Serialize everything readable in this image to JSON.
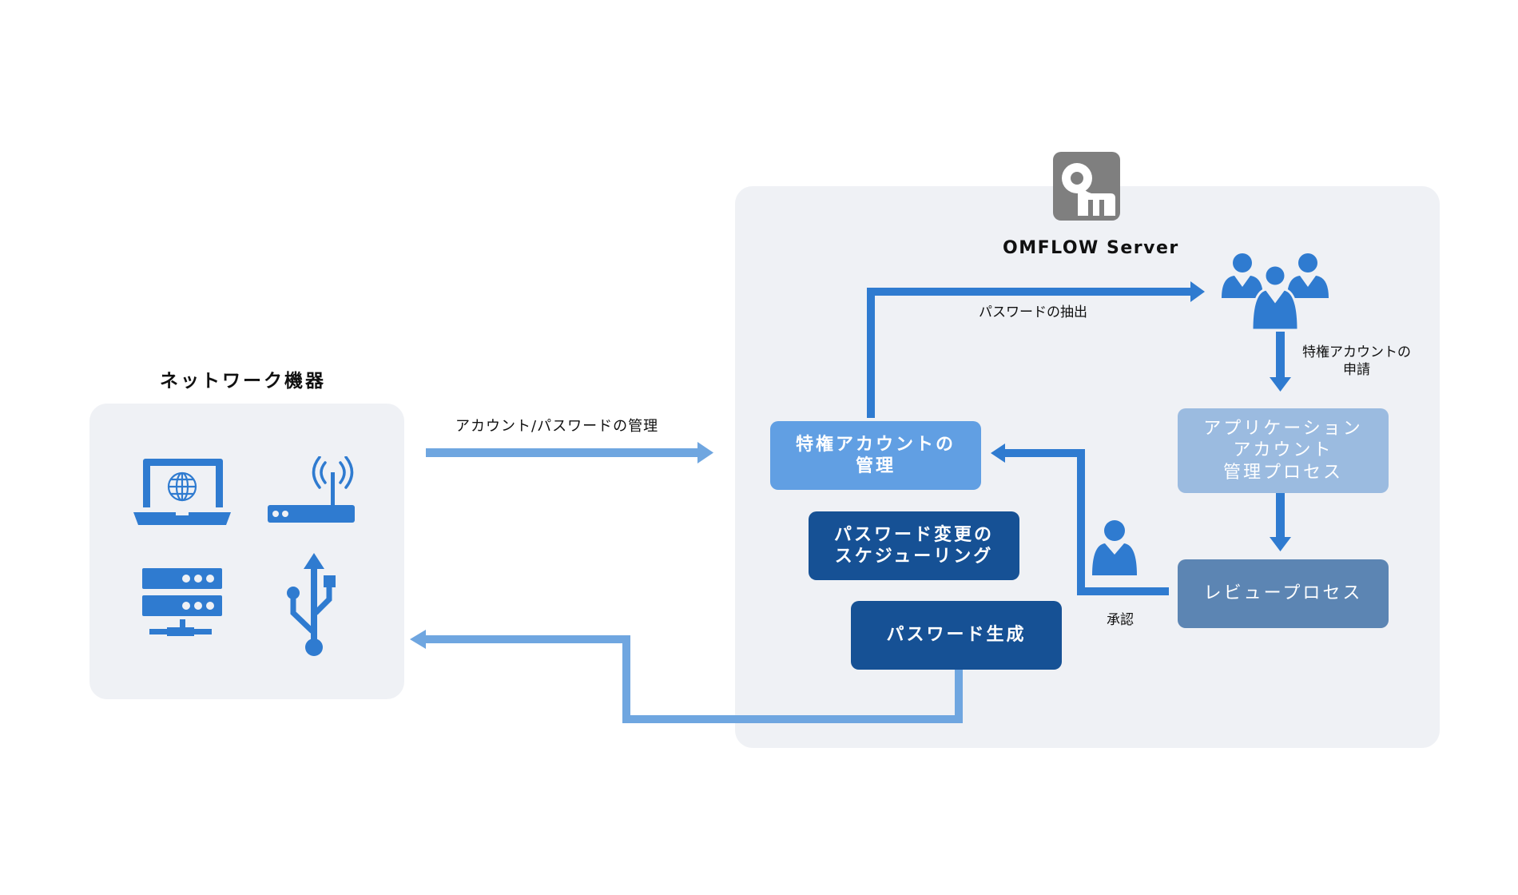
{
  "colors": {
    "panel_bg": "#eff1f5",
    "icon_blue": "#2f7bd0",
    "arrow_light": "#6fa6e0",
    "arrow_dark": "#2f7bd0",
    "box_manage": "#619fe3",
    "box_dark": "#165195",
    "box_app": "#9bbbe0",
    "box_review": "#5c85b3",
    "logo_gray": "#7f7f7f"
  },
  "network": {
    "title": "ネットワーク機器",
    "icons": [
      "laptop-globe-icon",
      "wifi-router-icon",
      "server-icon",
      "usb-icon"
    ]
  },
  "server": {
    "title": "OMFLOW Server",
    "logo": "omflow-logo"
  },
  "labels": {
    "account_password_mgmt": "アカウント/パスワードの管理",
    "password_extraction": "パスワードの抽出",
    "privileged_request_line1": "特権アカウントの",
    "privileged_request_line2": "申請",
    "approval": "承認"
  },
  "boxes": {
    "privileged_mgmt": [
      "特権アカウントの",
      "管理"
    ],
    "password_schedule": [
      "パスワード変更の",
      "スケジューリング"
    ],
    "password_generation": [
      "パスワード生成"
    ],
    "app_account_mgmt": [
      "アプリケーション",
      "アカウント",
      "管理プロセス"
    ],
    "review_process": [
      "レビュープロセス"
    ]
  }
}
